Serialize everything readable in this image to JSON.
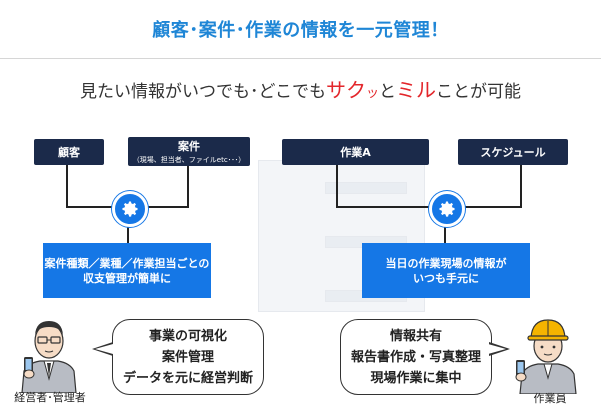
{
  "header": {
    "title": "顧客･案件･作業の情報を一元管理！"
  },
  "lead": {
    "part1": "見たい情報がいつでも･どこでも",
    "red1": "サク",
    "small1": "ッ",
    "mid": "と",
    "red2": "ミル",
    "part2": "ことが可能"
  },
  "boxes": {
    "customer": "顧客",
    "project": "案件",
    "project_sub": "（現場、担当者、ファイルetc･･･）",
    "work": "作業A",
    "schedule": "スケジュール"
  },
  "info_boxes": {
    "left_line1": "案件種類／業種／作業担当ごとの",
    "left_line2": "収支管理が簡単に",
    "right_line1": "当日の作業現場の情報が",
    "right_line2": "いつも手元に"
  },
  "bubbles": {
    "left": [
      "事業の可視化",
      "案件管理",
      "データを元に経営判断"
    ],
    "right": [
      "情報共有",
      "報告書作成・写真整理",
      "現場作業に集中"
    ]
  },
  "people": {
    "manager": "経営者･管理者",
    "worker": "作業員"
  },
  "colors": {
    "title": "#1f86d6",
    "navy": "#1b2a4a",
    "blue": "#1577e6",
    "accent_red": "#e3262b"
  }
}
